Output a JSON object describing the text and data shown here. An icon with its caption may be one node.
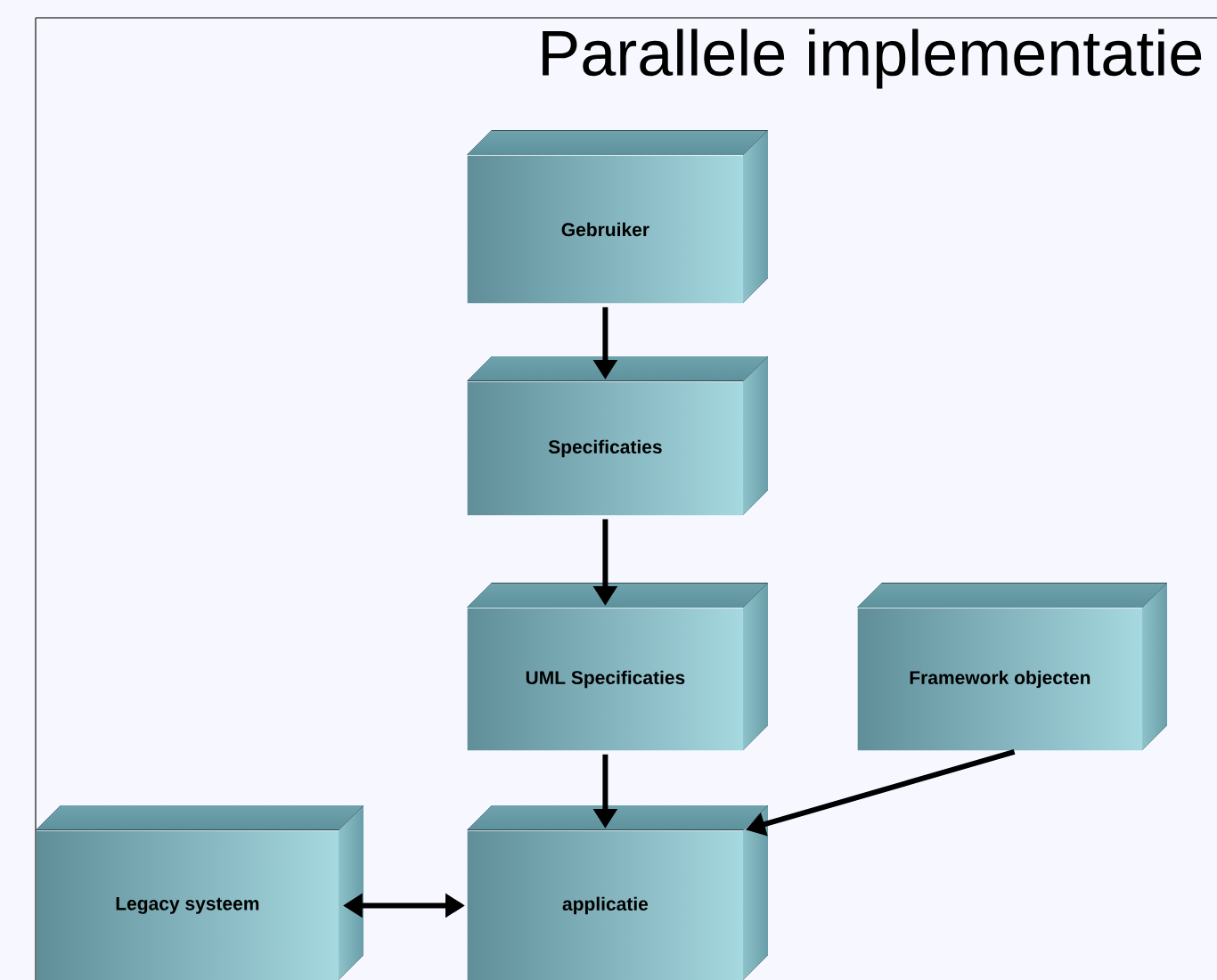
{
  "diagram": {
    "title": "Parallele implementatie",
    "nodes": [
      {
        "text": [
          "Gebruiker"
        ]
      },
      {
        "text": [
          "Specificaties"
        ]
      },
      {
        "text": [
          "UML Specificaties"
        ]
      },
      {
        "text": [
          "Framework objecten"
        ]
      },
      {
        "text": [
          "Legacy systeem"
        ]
      },
      {
        "text": [
          "applicatie"
        ]
      }
    ],
    "edges": [
      {
        "from": 0,
        "to": 1,
        "arrow": "to"
      },
      {
        "from": 1,
        "to": 2,
        "arrow": "to"
      },
      {
        "from": 2,
        "to": 5,
        "arrow": "to"
      },
      {
        "from": 3,
        "to": 5,
        "arrow": "to"
      },
      {
        "from": 4,
        "to": 5,
        "arrow": "both"
      }
    ]
  }
}
